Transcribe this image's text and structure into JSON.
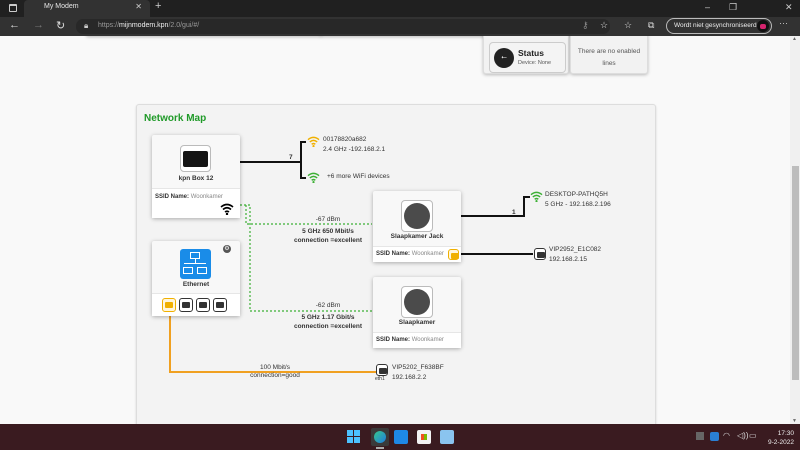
{
  "browser": {
    "tab_title": "My Modem",
    "tab_close": "✕",
    "new_tab": "+",
    "url_prefix": "https://",
    "url_host": "mijnmodem.kpn",
    "url_path": "/2.0/gui/#/",
    "sync_label": "Wordt niet gesynchroniseerd",
    "back_icon": "←",
    "forward_icon": "→",
    "reload_icon": "↻",
    "lock_icon": "🔒",
    "more_icon": "···",
    "minimize": "–",
    "maximize": "❐",
    "close": "✕",
    "key_icon": "⚷",
    "fav_add_icon": "☆",
    "favorites_icon": "☆",
    "collections_icon": "⧉"
  },
  "top": {
    "status_title": "Status",
    "status_sub": "Device: None",
    "status_icon": "usb-icon",
    "no_lines": "There are no enabled lines"
  },
  "network_map": {
    "title": "Network Map",
    "router": {
      "name": "kpn Box 12",
      "ssid_label": "SSID Name:",
      "ssid_value": "Woonkamer",
      "wifi_client_count": "7"
    },
    "wifi_clients": [
      {
        "name": "00178820a682",
        "detail": "2.4 GHz -192.168.2.1",
        "signal_color": "#f0b000"
      },
      {
        "name": "+6 more WiFi devices",
        "detail": "",
        "signal_color": "#3cb034"
      }
    ],
    "ethernet": {
      "name": "Ethernet",
      "ports": [
        {
          "active": true
        },
        {
          "active": false
        },
        {
          "active": false
        },
        {
          "active": false
        }
      ],
      "link_speed": "100 Mbit/s",
      "link_quality": "connection=good"
    },
    "extenders": [
      {
        "name": "Slaapkamer Jack",
        "ssid_label": "SSID Name:",
        "ssid_value": "Woonkamer",
        "rssi": "-67 dBm",
        "band_rate": "5 GHz   650 Mbit/s",
        "quality": "connection   =excellent",
        "client_count": "1",
        "wifi_client": {
          "name": "DESKTOP-PATHQ5H",
          "detail": "5 GHz - 192.168.2.196"
        },
        "eth_client": {
          "name": "VIP2952_E1C082",
          "detail": "192.168.2.15"
        }
      },
      {
        "name": "Slaapkamer",
        "ssid_label": "SSID Name:",
        "ssid_value": "Woonkamer",
        "rssi": "-62 dBm",
        "band_rate": "5 GHz   1.17 Gbit/s",
        "quality": "connection   =excellent"
      }
    ],
    "eth_client": {
      "name": "VIP5202_F638BF",
      "detail": "192.168.2.2",
      "port": "eth1"
    }
  },
  "taskbar": {
    "time": "17:30",
    "date": "9-2-2022",
    "apps": [
      "start-icon",
      "edge-icon",
      "mail-icon",
      "store-icon",
      "photos-icon"
    ]
  },
  "colors": {
    "accent_green": "#1f9a28",
    "ethernet_orange": "#f0a020",
    "wifi_dashed": "#3cb034",
    "ethernet_blue": "#1a8ce8"
  }
}
